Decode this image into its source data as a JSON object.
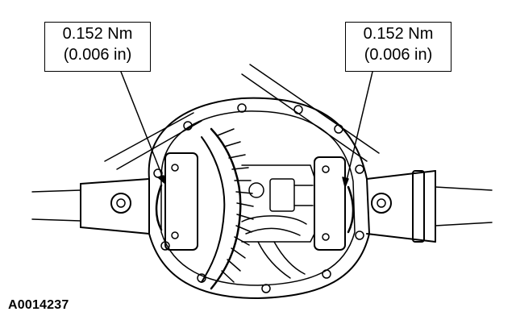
{
  "callouts": {
    "left": {
      "value": "0.152 Nm",
      "alt": "(0.006 in)"
    },
    "right": {
      "value": "0.152 Nm",
      "alt": "(0.006 in)"
    }
  },
  "figure_id": "A0014237",
  "colors": {
    "ink": "#000000",
    "paper": "#ffffff"
  }
}
